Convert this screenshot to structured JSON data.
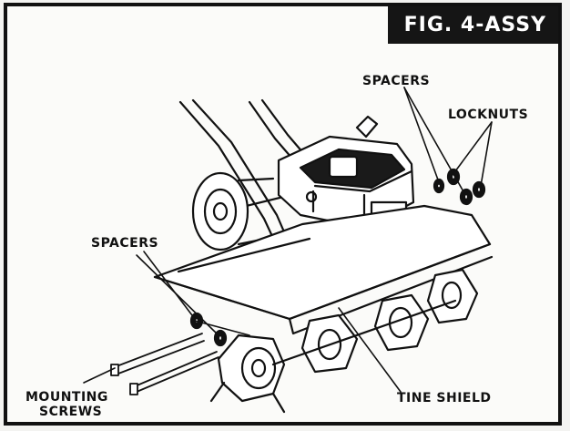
{
  "figure": {
    "tag": "FIG. 4-ASSY"
  },
  "callouts": {
    "spacers_top": "SPACERS",
    "locknuts": "LOCKNUTS",
    "spacers_left": "SPACERS",
    "mounting_screws_line1": "MOUNTING",
    "mounting_screws_line2": "SCREWS",
    "tine_shield": "TINE SHIELD"
  }
}
